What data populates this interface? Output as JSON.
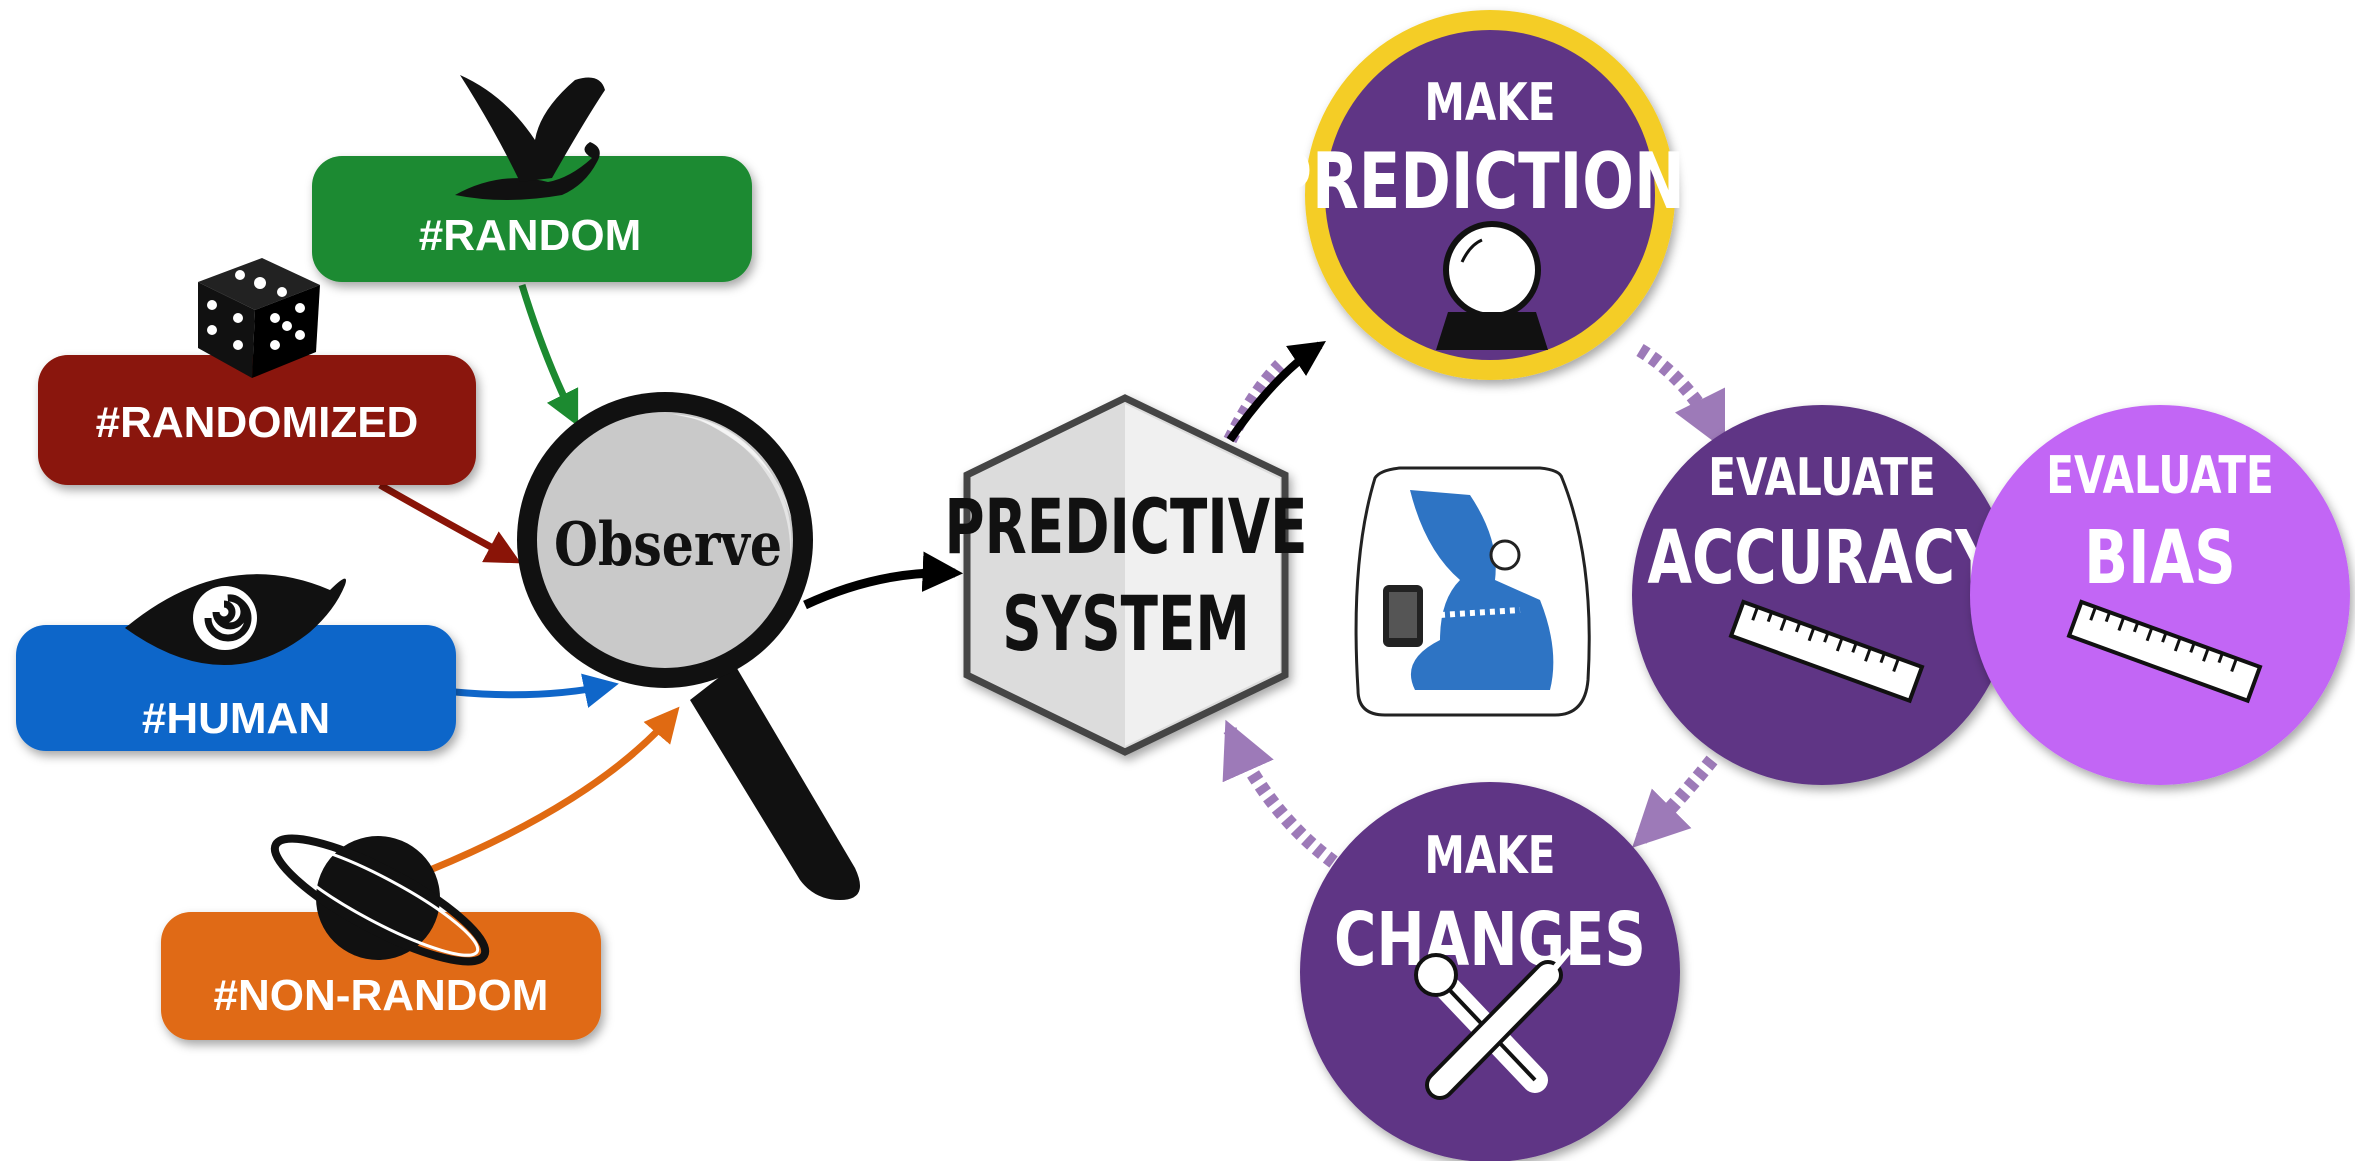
{
  "sources": {
    "random": {
      "label": "#RANDOM",
      "color": "#1c8a30",
      "icon": "dove-icon"
    },
    "randomized": {
      "label": "#RANDOMIZED",
      "color": "#8a1407",
      "icon": "dice-icon"
    },
    "human": {
      "label": "#HUMAN",
      "color": "#0f66c9",
      "icon": "eye-icon"
    },
    "non_random": {
      "label": "#NON-RANDOM",
      "color": "#e06a12",
      "icon": "planet-icon"
    }
  },
  "observe": {
    "label": "Observe",
    "icon": "magnifying-glass-icon"
  },
  "system": {
    "line1": "PREDICTIVE",
    "line2": "SYSTEM"
  },
  "cycle": {
    "prediction": {
      "top": "MAKE",
      "main": "PREDICTION!",
      "icon": "crystal-ball-icon",
      "fill": "#5f3585",
      "ring": "#f4cd25"
    },
    "accuracy": {
      "top": "EVALUATE",
      "main": "ACCURACY",
      "icon": "ruler-icon",
      "fill": "#5f3585"
    },
    "bias": {
      "top": "EVALUATE",
      "main": "BIAS",
      "icon": "ruler-icon",
      "fill": "#c266f5"
    },
    "changes": {
      "top": "MAKE",
      "main": "CHANGES",
      "icon": "tools-icon",
      "fill": "#5f3585"
    }
  },
  "center_icon": "robot-tablet-icon",
  "arrow_color": "#9d7ab8"
}
